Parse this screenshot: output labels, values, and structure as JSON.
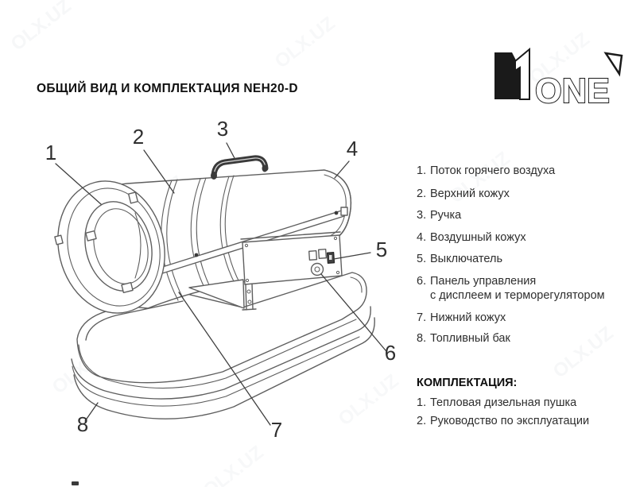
{
  "title": "ОБЩИЙ ВИД И КОМПЛЕКТАЦИЯ NEH20-D",
  "logo": {
    "word": "ONE"
  },
  "watermark": {
    "text": "OLX.UZ"
  },
  "diagram": {
    "numbers": [
      "1",
      "2",
      "3",
      "4",
      "5",
      "6",
      "7",
      "8"
    ]
  },
  "legend": {
    "items": [
      {
        "num": "1.",
        "text": "Поток горячего воздуха"
      },
      {
        "num": "2.",
        "text": "Верхний кожух"
      },
      {
        "num": "3.",
        "text": "Ручка"
      },
      {
        "num": "4.",
        "text": "Воздушный кожух"
      },
      {
        "num": "5.",
        "text": "Выключатель"
      },
      {
        "num": "6.",
        "text": "Панель управления",
        "text2": "с дисплеем и терморегулятором"
      },
      {
        "num": "7.",
        "text": "Нижний кожух"
      },
      {
        "num": "8.",
        "text": "Топливный бак"
      }
    ]
  },
  "package": {
    "heading": "КОМПЛЕКТАЦИЯ:",
    "items": [
      {
        "num": "1.",
        "text": "Тепловая дизельная пушка"
      },
      {
        "num": "2.",
        "text": "Руководство по эксплуатации"
      }
    ]
  }
}
